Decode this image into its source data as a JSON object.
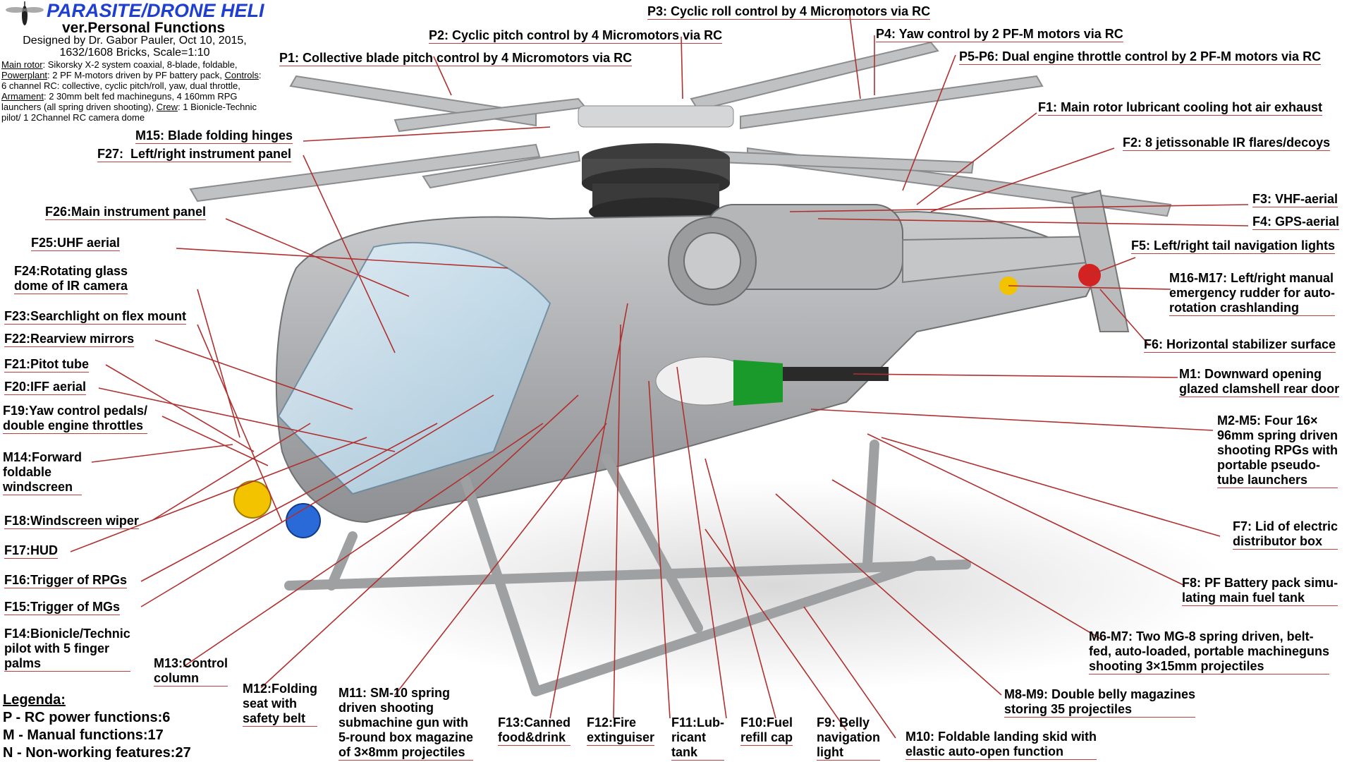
{
  "header": {
    "title": "PARASITE/DRONE HELI",
    "subtitle": "ver.Personal Functions",
    "credits_line1": "Designed by Dr. Gabor Pauler, Oct 10, 2015,",
    "credits_line2": "1632/1608 Bricks, Scale=1:10"
  },
  "specs": [
    {
      "key": "Main rotor",
      "text": ": Sikorsky X-2 system coaxial, 8-blade, foldable,"
    },
    {
      "key": "Powerplant",
      "text": ": 2 PF M-motors driven by PF battery pack,"
    },
    {
      "key": "Controls",
      "text": ": 6 channel RC: collective, cyclic pitch/roll, yaw, dual throttle,"
    },
    {
      "key": "Armament",
      "text": ": 2 30mm belt fed machineguns, 4 160mm RPG launchers (all spring driven shooting),"
    },
    {
      "key": "Crew",
      "text": ": 1 Bionicle-Technic pilot/ 1 2Channel RC camera dome"
    }
  ],
  "labels": [
    {
      "id": "p3",
      "text": "P3: Cyclic roll control by 4 Micromotors via RC"
    },
    {
      "id": "p2",
      "text": "P2: Cyclic pitch control by 4 Micromotors via RC"
    },
    {
      "id": "p4",
      "text": "P4: Yaw control by 2 PF-M motors via RC"
    },
    {
      "id": "p1",
      "text": "P1: Collective blade pitch control by 4 Micromotors via RC"
    },
    {
      "id": "p5p6",
      "text": "P5-P6: Dual engine throttle control by 2 PF-M motors via RC"
    },
    {
      "id": "f1",
      "text": "F1: Main rotor lubricant cooling hot air exhaust"
    },
    {
      "id": "m15",
      "text": "M15: Blade folding hinges"
    },
    {
      "id": "f27",
      "text": "F27:  Left/right instrument panel"
    },
    {
      "id": "f2",
      "text": "F2: 8 jetissonable IR flares/decoys"
    },
    {
      "id": "f26",
      "text": "F26:Main instrument panel"
    },
    {
      "id": "f3",
      "text": "F3: VHF-aerial"
    },
    {
      "id": "f4",
      "text": "F4: GPS-aerial"
    },
    {
      "id": "f25",
      "text": "F25:UHF aerial"
    },
    {
      "id": "f5",
      "text": "F5: Left/right tail navigation lights"
    },
    {
      "id": "f24",
      "text": "F24:Rotating glass\ndome of IR camera"
    },
    {
      "id": "m16m17",
      "text": "M16-M17: Left/right manual\nemergency rudder for auto-\nrotation crashlanding"
    },
    {
      "id": "f23",
      "text": "F23:Searchlight on flex mount"
    },
    {
      "id": "f22",
      "text": "F22:Rearview mirrors"
    },
    {
      "id": "f6",
      "text": "F6: Horizontal stabilizer surface"
    },
    {
      "id": "f21",
      "text": "F21:Pitot tube"
    },
    {
      "id": "m1",
      "text": "M1: Downward opening\nglazed clamshell rear door"
    },
    {
      "id": "f20",
      "text": "F20:IFF aerial"
    },
    {
      "id": "f19",
      "text": "F19:Yaw control pedals/\ndouble engine throttles"
    },
    {
      "id": "m2m5",
      "text": "M2-M5: Four 16×\n96mm spring driven\nshooting RPGs with\nportable pseudo-\ntube launchers"
    },
    {
      "id": "m14",
      "text": "M14:Forward\nfoldable\nwindscreen"
    },
    {
      "id": "f18",
      "text": "F18:Windscreen wiper"
    },
    {
      "id": "f7",
      "text": "F7: Lid of electric\ndistributor box"
    },
    {
      "id": "f17",
      "text": "F17:HUD"
    },
    {
      "id": "f16",
      "text": "F16:Trigger of RPGs"
    },
    {
      "id": "f8",
      "text": "F8: PF Battery pack simu-\nlating main fuel tank"
    },
    {
      "id": "f15",
      "text": "F15:Trigger of MGs"
    },
    {
      "id": "f14",
      "text": "F14:Bionicle/Technic\npilot with 5 finger\npalms"
    },
    {
      "id": "m6m7",
      "text": "M6-M7: Two MG-8 spring driven, belt-\nfed, auto-loaded, portable machineguns\nshooting 3×15mm projectiles"
    },
    {
      "id": "m13",
      "text": "M13:Control\ncolumn"
    },
    {
      "id": "m12",
      "text": "M12:Folding\nseat with\nsafety belt"
    },
    {
      "id": "m11",
      "text": "M11: SM-10 spring\ndriven shooting\nsubmachine gun with\n5-round box magazine\nof 3×8mm projectiles"
    },
    {
      "id": "m8m9",
      "text": "M8-M9: Double belly magazines\nstoring 35 projectiles"
    },
    {
      "id": "f13",
      "text": "F13:Canned\nfood&drink"
    },
    {
      "id": "f12",
      "text": "F12:Fire\nextinguiser"
    },
    {
      "id": "f11",
      "text": "F11:Lub-\nricant\ntank"
    },
    {
      "id": "f10",
      "text": "F10:Fuel\nrefill cap"
    },
    {
      "id": "f9",
      "text": "F9: Belly\nnavigation\nlight"
    },
    {
      "id": "m10",
      "text": "M10: Foldable landing skid with\nelastic auto-open function"
    }
  ],
  "legend": {
    "heading": "Legenda:",
    "items": [
      "P - RC power functions:6",
      "M - Manual functions:17",
      "N - Non-working features:27"
    ]
  },
  "colors": {
    "title": "#1f3fd0",
    "leader_line": "#b03030",
    "body_grey": "#a9abad",
    "dark_gear": "#3a3a3a",
    "canopy": "#cfe6f4",
    "accent_yellow": "#f3c300",
    "accent_red": "#d22222",
    "accent_green": "#1a9a2a"
  }
}
